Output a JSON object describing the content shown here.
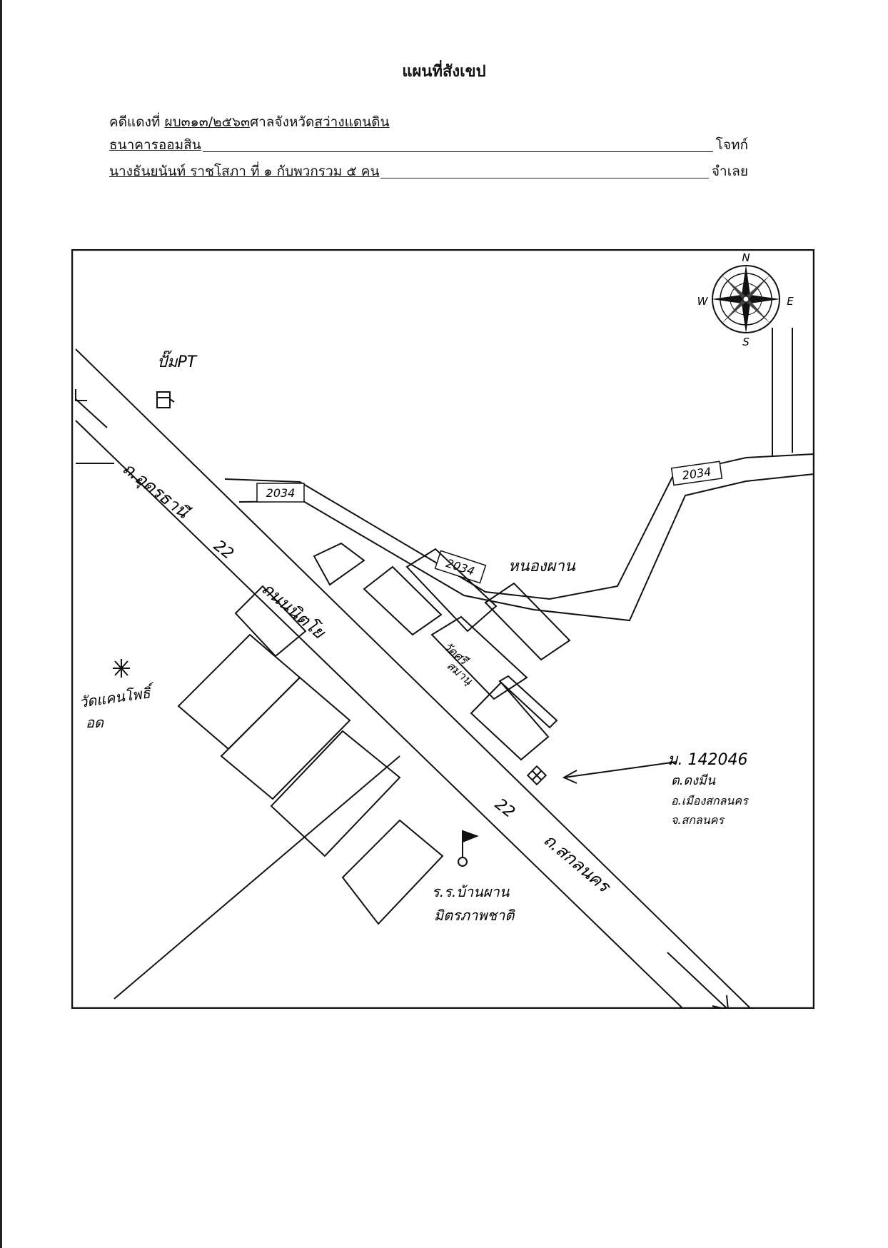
{
  "title": "แผนที่สังเขป",
  "case": {
    "prefix": "คดีแดงที่ ",
    "number": "ผบ๓๑๓/๒๕๖๓",
    "court_prefix": "ศาลจังหวัด",
    "court_name": "สว่างแดนดิน"
  },
  "plaintiff": {
    "name": "ธนาคารออมสิน",
    "role": "โจทก์"
  },
  "defendant": {
    "name": "นางธันยนันท์ ราชโสภา ที่ ๑ กับพวกรวม ๕ คน",
    "role": "จำเลย"
  },
  "map": {
    "compass": {
      "n": "N",
      "e": "E",
      "s": "S",
      "w": "W"
    },
    "labels": {
      "pump": "ปั๊มPT",
      "road_to_udon": "ถ.อุดรธานี",
      "road_num_22_top": "22",
      "road_main": "ถนนนิตโย",
      "road_2034_a": "2034",
      "road_2034_b": "2034",
      "road_2034_c": "2034",
      "nong_phan": "หนองผาน",
      "temple_left_1": "วัดแคนโพธิ์",
      "temple_left_2": "อด",
      "temple_center_1": "วัดศรี",
      "temple_center_2": "สมานุ",
      "road_num_22_bottom": "22",
      "road_to_sakon": "ถ.สกลนคร",
      "school_1": "ร.ร.บ้านผาน",
      "school_2": "มิตรภาพชาติ",
      "location_1": "ม. 142046",
      "location_2": "ต.ดงมีน",
      "location_3": "อ.เมืองสกลนคร",
      "location_4": "จ.สกลนคร"
    }
  }
}
